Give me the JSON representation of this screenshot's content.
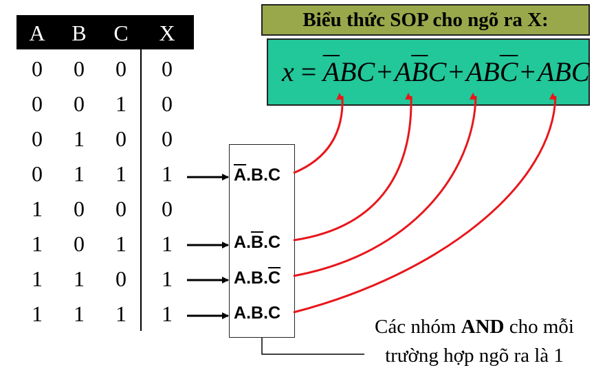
{
  "truth_table": {
    "headers": [
      "A",
      "B",
      "C",
      "X"
    ],
    "rows": [
      [
        "0",
        "0",
        "0",
        "0"
      ],
      [
        "0",
        "0",
        "1",
        "0"
      ],
      [
        "0",
        "1",
        "0",
        "0"
      ],
      [
        "0",
        "1",
        "1",
        "1"
      ],
      [
        "1",
        "0",
        "0",
        "0"
      ],
      [
        "1",
        "0",
        "1",
        "1"
      ],
      [
        "1",
        "1",
        "0",
        "1"
      ],
      [
        "1",
        "1",
        "1",
        "1"
      ]
    ]
  },
  "sop": {
    "title": "Biểu thức SOP cho ngõ ra X:",
    "lhs": "x",
    "equals": "=",
    "plus": "+",
    "terms": [
      {
        "a": "A",
        "b": "B",
        "c": "C",
        "bar": "a"
      },
      {
        "a": "A",
        "b": "B",
        "c": "C",
        "bar": "b"
      },
      {
        "a": "A",
        "b": "B",
        "c": "C",
        "bar": "c"
      },
      {
        "a": "A",
        "b": "B",
        "c": "C",
        "bar": ""
      }
    ]
  },
  "and_terms": {
    "terms": [
      {
        "a": "A",
        "dot1": ".",
        "b": "B",
        "dot2": ".",
        "c": "C",
        "bar": "a"
      },
      {
        "a": "A",
        "dot1": ".",
        "b": "B",
        "dot2": ".",
        "c": "C",
        "bar": "b"
      },
      {
        "a": "A",
        "dot1": ".",
        "b": "B",
        "dot2": ".",
        "c": "C",
        "bar": "c"
      },
      {
        "a": "A",
        "dot1": ".",
        "b": "B",
        "dot2": ".",
        "c": "C",
        "bar": ""
      }
    ]
  },
  "note": {
    "line1_pre": "Các nhóm ",
    "line1_bold": "AND",
    "line1_post": " cho mỗi",
    "line2": "trường hợp ngõ ra là 1"
  },
  "colors": {
    "title_bg": "#99a84a",
    "expr_bg": "#22c79a",
    "connector": "#e8161b"
  }
}
